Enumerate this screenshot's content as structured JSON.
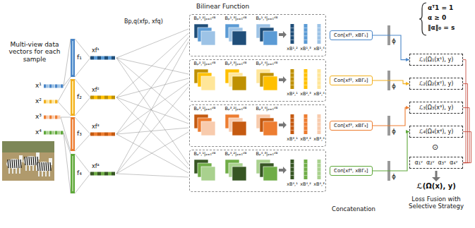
{
  "diagram": {
    "nodes": [
      {
        "text": [
          "Bₚ¹,²|ₚ₌₁ᵈᴮ",
          "Bₚ¹,³|ₚ₌₁ᵈᴮ",
          "Bₚ¹,⁴|ₚ₌₁ᵈᴮ",
          "xB¹,²",
          "xB¹,³",
          "xB¹,⁴"
        ]
      },
      {
        "text": [
          "Bₚ²,¹|ₚ₌₁ᵈᴮ",
          "Bₚ²,³|ₚ₌₁ᵈᴮ",
          "Bₚ²,⁴|ₚ₌₁ᵈᴮ",
          "xB²,¹",
          "xB²,³",
          "xB²,⁴"
        ]
      },
      {
        "text": [
          "Bₚ³,¹|ₚ₌₁ᵈᴮ",
          "Bₚ³,²|ₚ₌₁ᵈᴮ",
          "Bₚ³,⁴|ₚ₌₁ᵈᴮ",
          "xB³,¹",
          "xB³,²",
          "xB³,⁴"
        ]
      },
      {
        "text": [
          "Bₚ⁴,¹|ₚ₌₁ᵈᴮ",
          "Bₚ⁴,²|ₚ₌₁ᵈᴮ",
          "Bₚ⁴,³|ₚ₌₁ᵈᴮ",
          "xB⁴,¹",
          "xB⁴,²",
          "xB⁴,³"
        ]
      },
      {
        "text": [
          "Con[xf¹, xBΓ₁]"
        ]
      },
      {
        "text": [
          "Con[xf², xBΓ₂]"
        ]
      },
      {
        "text": [
          "Con[xf³, xBΓ₃]"
        ]
      },
      {
        "text": [
          "Con[xf⁴, xBΓ₄]"
        ]
      },
      {
        "text": [
          "ℒ₁(Ω₁(x¹), y)"
        ]
      },
      {
        "text": [
          "ℒ₂(Ω₂(x²), y)"
        ]
      },
      {
        "text": [
          "ℒ₃(Ω₃(x³), y)"
        ]
      },
      {
        "text": [
          "ℒ₄(Ω₄(x⁴), y)"
        ]
      },
      {
        "text": [
          "α₁ᵞ",
          "α₂ᵞ",
          "α₃ᵞ",
          "α₄ᵞ"
        ]
      }
    ],
    "edges": [
      {
        "from": 4,
        "to": 8,
        "arrow": "to"
      },
      {
        "from": 5,
        "to": 9,
        "arrow": "to"
      },
      {
        "from": 6,
        "to": 10,
        "arrow": "to"
      },
      {
        "from": 7,
        "to": 11,
        "arrow": "to"
      },
      {
        "from": 8,
        "to": 12,
        "arrow": "none"
      },
      {
        "from": 9,
        "to": 12,
        "arrow": "none"
      },
      {
        "from": 10,
        "to": 12,
        "arrow": "none"
      },
      {
        "from": 11,
        "to": 12,
        "arrow": "none"
      }
    ],
    "labels": [
      "Multi-view data vectors for each sample",
      "Bilinear Function",
      "Bp,q(xfp, xfq)",
      "x¹",
      "x²",
      "x³",
      "x⁴",
      "f₁",
      "f₂",
      "f₃",
      "f₄",
      "xf¹",
      "xf²",
      "xf³",
      "xf⁴",
      "ϕ",
      "ϕ",
      "ϕ",
      "ϕ",
      "Concatenation",
      "αᵀ1 = 1",
      "α ≥ 0",
      "‖α‖₀ = s",
      "⊙",
      "ℒ(Ω(x), y)",
      "Loss Fusion with Selective Strategy"
    ]
  }
}
